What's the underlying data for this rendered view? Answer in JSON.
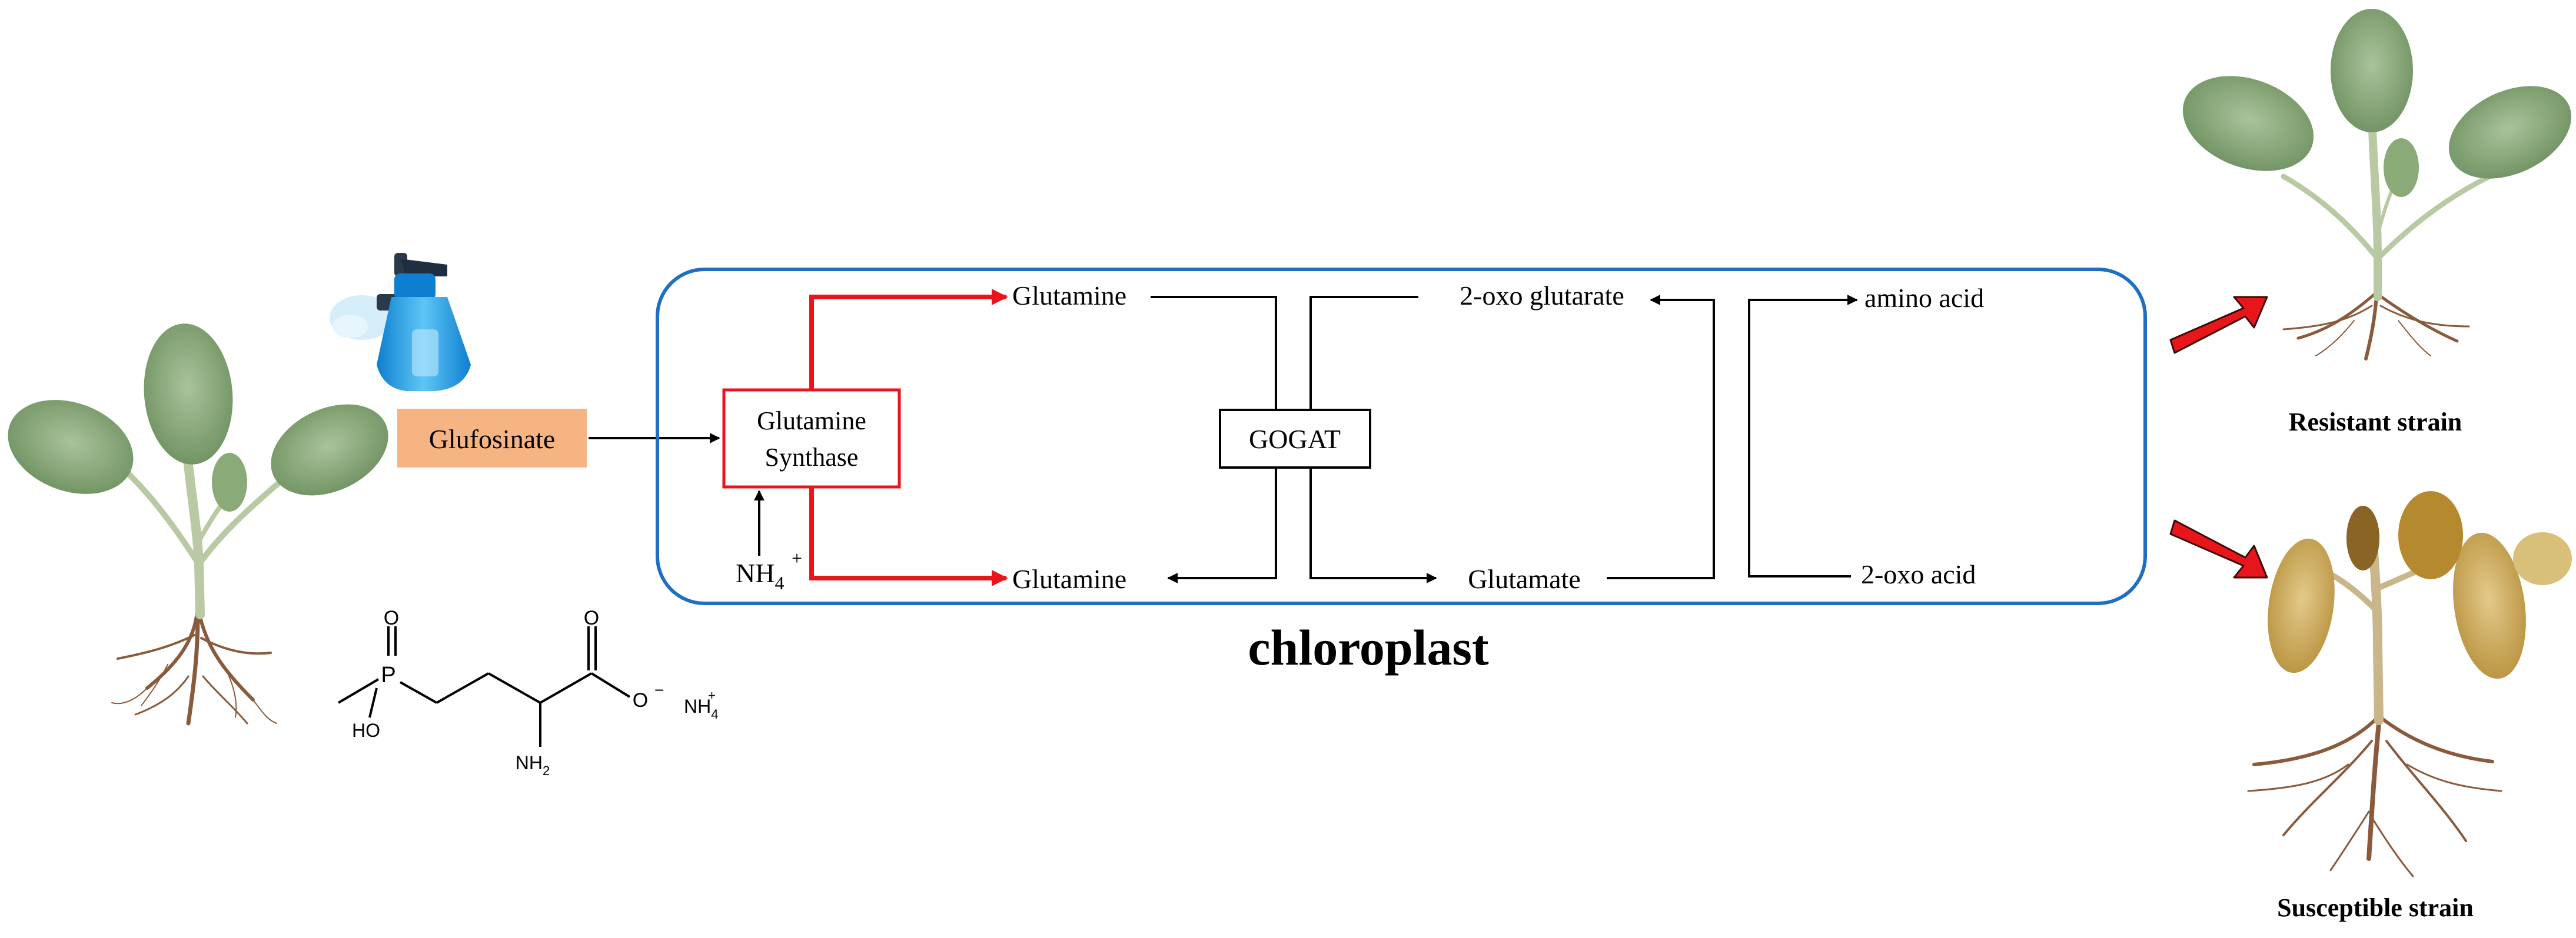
{
  "diagram": {
    "herbicide_label": "Glufosinate",
    "enzyme_label_line1": "Glutamine",
    "enzyme_label_line2": "Synthase",
    "ammonium_in": "NH",
    "ammonium_sub": "4",
    "ammonium_sup": "+",
    "gln_top": "Glutamine",
    "gln_bottom": "Glutamine",
    "gogat_label": "GOGAT",
    "oxoglutarate": "2-oxo glutarate",
    "glutamate": "Glutamate",
    "amino_acid": "amino acid",
    "oxo_acid": "2-oxo acid",
    "compartment_label": "chloroplast",
    "resistant_label": "Resistant strain",
    "susceptible_label": "Susceptible strain"
  },
  "molecule": {
    "atom_P": "P",
    "atom_O_top": "O",
    "atom_HO": "HO",
    "atom_O_acid": "O",
    "charge_minus": "−",
    "atom_NH2": "NH",
    "nh2_sub": "2",
    "counterion": "NH",
    "counterion_sub": "4",
    "counterion_sup": "+"
  },
  "colors": {
    "pathway_box_border": "#1f6fc0",
    "highlight_red": "#e8161b",
    "herbicide_fill": "#f7b483",
    "healthy_leaf": "#7d9e6e",
    "wilted_leaf": "#c9a85a",
    "root": "#8a5a3c",
    "sprayer": "#1aa3e8"
  }
}
